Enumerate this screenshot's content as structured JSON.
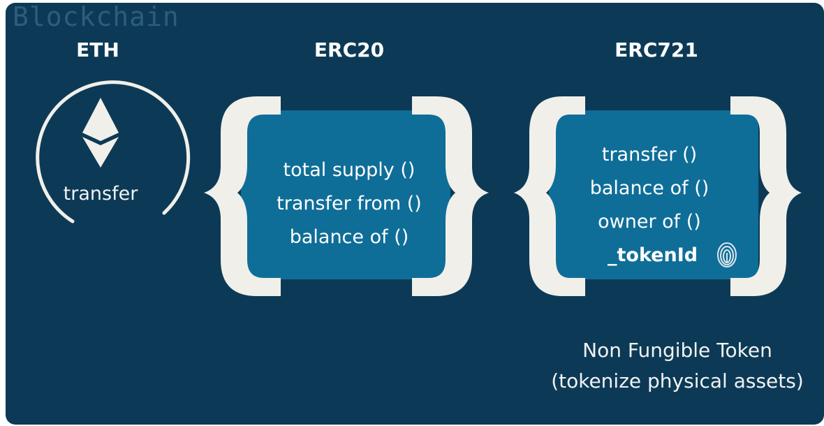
{
  "watermark": "Blockchain",
  "columns": {
    "eth": {
      "heading": "ETH",
      "label": "transfer"
    },
    "erc20": {
      "heading": "ERC20",
      "lines": [
        "total supply ()",
        "transfer from ()",
        "balance of ()"
      ]
    },
    "erc721": {
      "heading": "ERC721",
      "lines": [
        "transfer ()",
        "balance of ()",
        "owner of ()"
      ],
      "token_id": "_tokenId",
      "caption_line1": "Non Fungible Token",
      "caption_line2": "(tokenize physical assets)"
    }
  },
  "colors": {
    "background": "#0c3a56",
    "box": "#0f6e98",
    "brace": "#f1efea",
    "text": "#ffffff"
  },
  "icons": [
    "ethereum-icon",
    "fingerprint-icon"
  ]
}
